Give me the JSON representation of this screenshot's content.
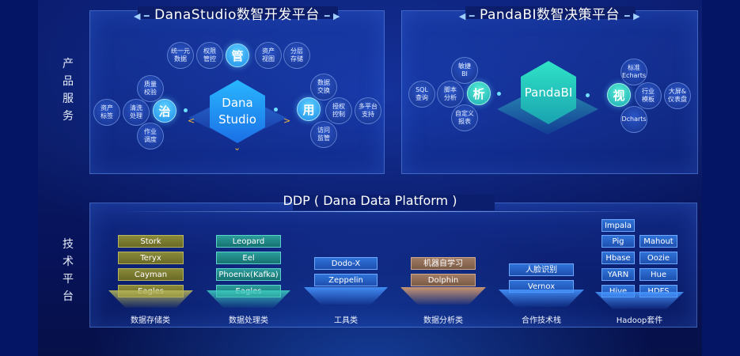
{
  "side_labels": {
    "product": "产品服务",
    "tech": "技术平台"
  },
  "dana_panel": {
    "title": "DanaStudio数智开发平台",
    "center": "Dana\nStudio",
    "manage": {
      "key": "管",
      "items": [
        "统一元\n数据",
        "权限\n管控",
        "资产\n视图",
        "分层\n存储"
      ]
    },
    "govern": {
      "key": "治",
      "items": [
        "质量\n校验",
        "清洗\n处理",
        "资产\n标签",
        "作业\n调度"
      ]
    },
    "use": {
      "key": "用",
      "items": [
        "数据\n交换",
        "授权\n控制",
        "多平台\n支持",
        "访问\n监管"
      ]
    }
  },
  "pandabi_panel": {
    "title": "PandaBI数智决策平台",
    "center": "PandaBI",
    "analyze": {
      "key": "析",
      "items": [
        "敏捷\nBI",
        "SQL\n查询",
        "脚本\n分析",
        "自定义\n报表"
      ]
    },
    "view": {
      "key": "视",
      "items": [
        "标准\nEcharts",
        "行业\n模板",
        "大屏&\n仪表盘",
        "Dcharts"
      ]
    }
  },
  "ddp": {
    "title": "DDP ( Dana Data Platform )",
    "columns": [
      {
        "label": "数据存储类",
        "style": "olive",
        "tiles": [
          "Stork",
          "Teryx",
          "Cayman",
          "Eagles"
        ]
      },
      {
        "label": "数据处理类",
        "style": "teal",
        "tiles": [
          "Leopard",
          "Eel",
          "Phoenix(Kafka)",
          "Eagles"
        ]
      },
      {
        "label": "工具类",
        "style": "blue",
        "tiles": [
          "Dodo-X",
          "Zeppelin"
        ]
      },
      {
        "label": "数据分析类",
        "style": "tan",
        "tiles": [
          "机器自学习",
          "Dolphin"
        ]
      },
      {
        "label": "合作技术栈",
        "style": "blue",
        "tiles": [
          "人脸识别",
          "Vernox"
        ]
      },
      {
        "label": "Hadoop套件",
        "style": "blue",
        "tiles": [
          "Impala",
          "Pig",
          "Mahout",
          "Hbase",
          "Oozie",
          "YARN",
          "Hue",
          "Hive",
          "HDFS"
        ]
      }
    ]
  },
  "colors": {
    "accent": "#29b7ff",
    "teal": "#2fe3c6",
    "background": "#0a1a63"
  }
}
